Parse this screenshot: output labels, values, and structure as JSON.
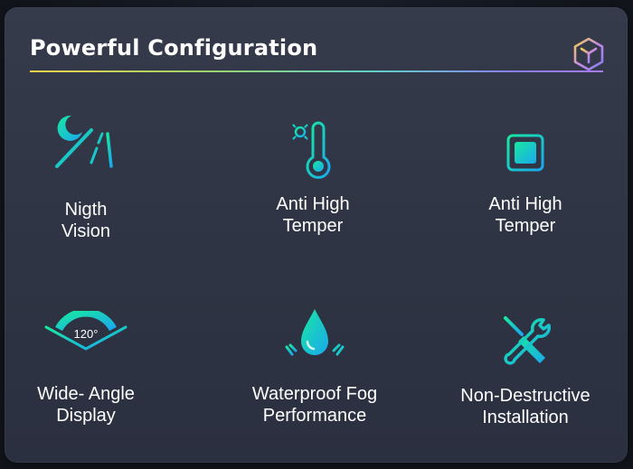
{
  "header": {
    "title": "Powerful Configuration",
    "cube_icon": "cube-logo-icon"
  },
  "features": [
    {
      "label": "Nigth\nVision",
      "icon": "night-vision-icon"
    },
    {
      "label": "Anti High\nTemper",
      "icon": "thermometer-icon"
    },
    {
      "label": "Anti High\nTemper",
      "icon": "chip-icon"
    },
    {
      "label": "Wide- Angle\nDisplay",
      "icon": "wide-angle-icon",
      "angle_text": "120°"
    },
    {
      "label": "Waterproof Fog\nPerformance",
      "icon": "water-drop-icon"
    },
    {
      "label": "Non-Destructive\nInstallation",
      "icon": "tools-icon"
    }
  ],
  "colors": {
    "accent_green": "#18e0a0",
    "accent_cyan": "#1ab8e8",
    "underline_start": "#f2d14b",
    "underline_end": "#a87cf5"
  }
}
